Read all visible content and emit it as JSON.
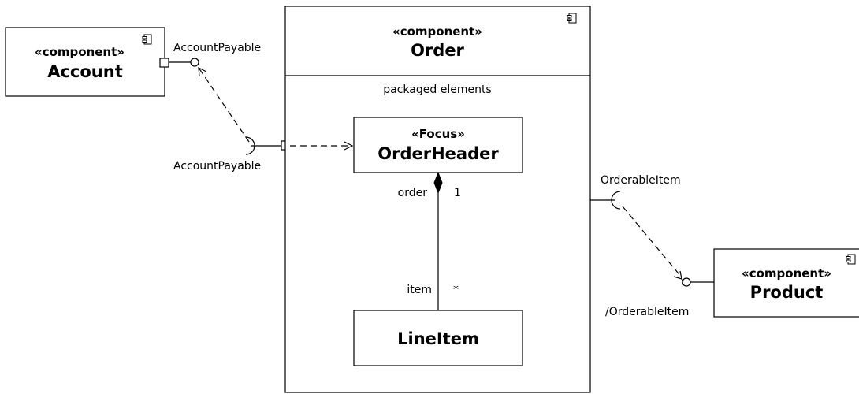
{
  "components": {
    "account": {
      "stereotype": "«component»",
      "name": "Account"
    },
    "order": {
      "stereotype": "«component»",
      "name": "Order",
      "compartment_label": "packaged elements"
    },
    "product": {
      "stereotype": "«component»",
      "name": "Product"
    }
  },
  "classes": {
    "order_header": {
      "stereotype": "«Focus»",
      "name": "OrderHeader"
    },
    "line_item": {
      "name": "LineItem"
    }
  },
  "interfaces": {
    "account_payable_provided": "AccountPayable",
    "account_payable_required": "AccountPayable",
    "orderable_item_required": "OrderableItem",
    "orderable_item_provided": "/OrderableItem"
  },
  "association": {
    "end_order_role": "order",
    "end_order_multiplicity": "1",
    "end_item_role": "item",
    "end_item_multiplicity": "*"
  },
  "icons": {
    "component": "component-icon"
  }
}
